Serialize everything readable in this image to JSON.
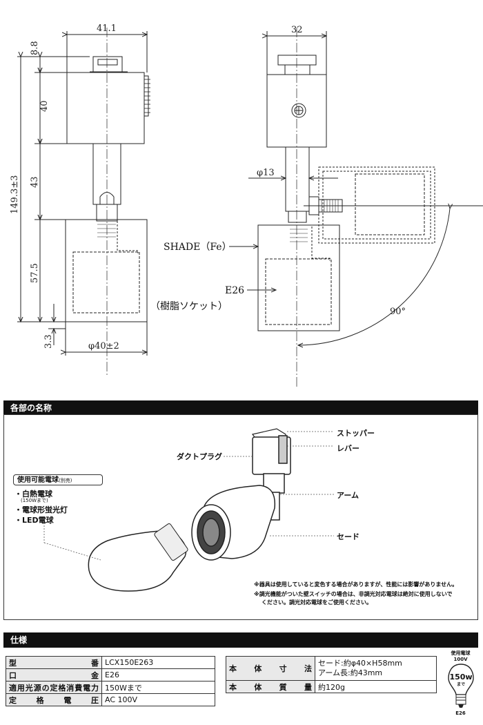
{
  "drawing": {
    "dims": {
      "width_top": "41.1",
      "width_side": "32",
      "top_height": "8.8",
      "body_height": "40",
      "arm_height": "43",
      "total_height": "149.3±3",
      "shade_height": "57.5",
      "bottom_offset": "3.3",
      "shade_diameter": "φ40±2",
      "arm_diameter": "φ13",
      "angle": "90°"
    },
    "labels": {
      "shade": "SHADE（Fe）",
      "socket": "E26",
      "socket_note": "（樹脂ソケット）"
    }
  },
  "parts": {
    "section_title": "各部の名称",
    "stopper": "ストッパー",
    "lever": "レバー",
    "duct_plug": "ダクトプラグ",
    "arm": "アーム",
    "shade": "セード",
    "bulbs_title": "使用可能電球",
    "bulbs_title_note": "(別売)",
    "bulb_types": [
      "・白熱電球",
      "(150Wまで)",
      "・電球形蛍光灯",
      "・LED電球"
    ],
    "note1": "※器具は使用していると変色する場合がありますが、性能には影響がありません。",
    "note2": "※調光機能がついた壁スイッチの場合は、非調光対応電球は絶対に使用しないで",
    "note3": "ください。調光対応電球をご使用ください。"
  },
  "spec": {
    "section_title": "仕様",
    "left": [
      {
        "key": "型番",
        "value": "LCX150E263"
      },
      {
        "key": "口金",
        "value": "E26"
      },
      {
        "key": "適用光源の定格消費電力",
        "value": "150Wまで"
      },
      {
        "key": "定格電圧",
        "value": "AC 100V"
      }
    ],
    "right_size_key": "本体寸法",
    "right_size_values": [
      "セード:約φ40×H58mm",
      "アーム長:約43mm"
    ],
    "right_weight_key": "本体質量",
    "right_weight_value": "約120g",
    "bulb_icon": {
      "title": "使用電球",
      "voltage": "100V",
      "watt": "150w",
      "watt_sub": "まで",
      "base": "E26"
    }
  }
}
